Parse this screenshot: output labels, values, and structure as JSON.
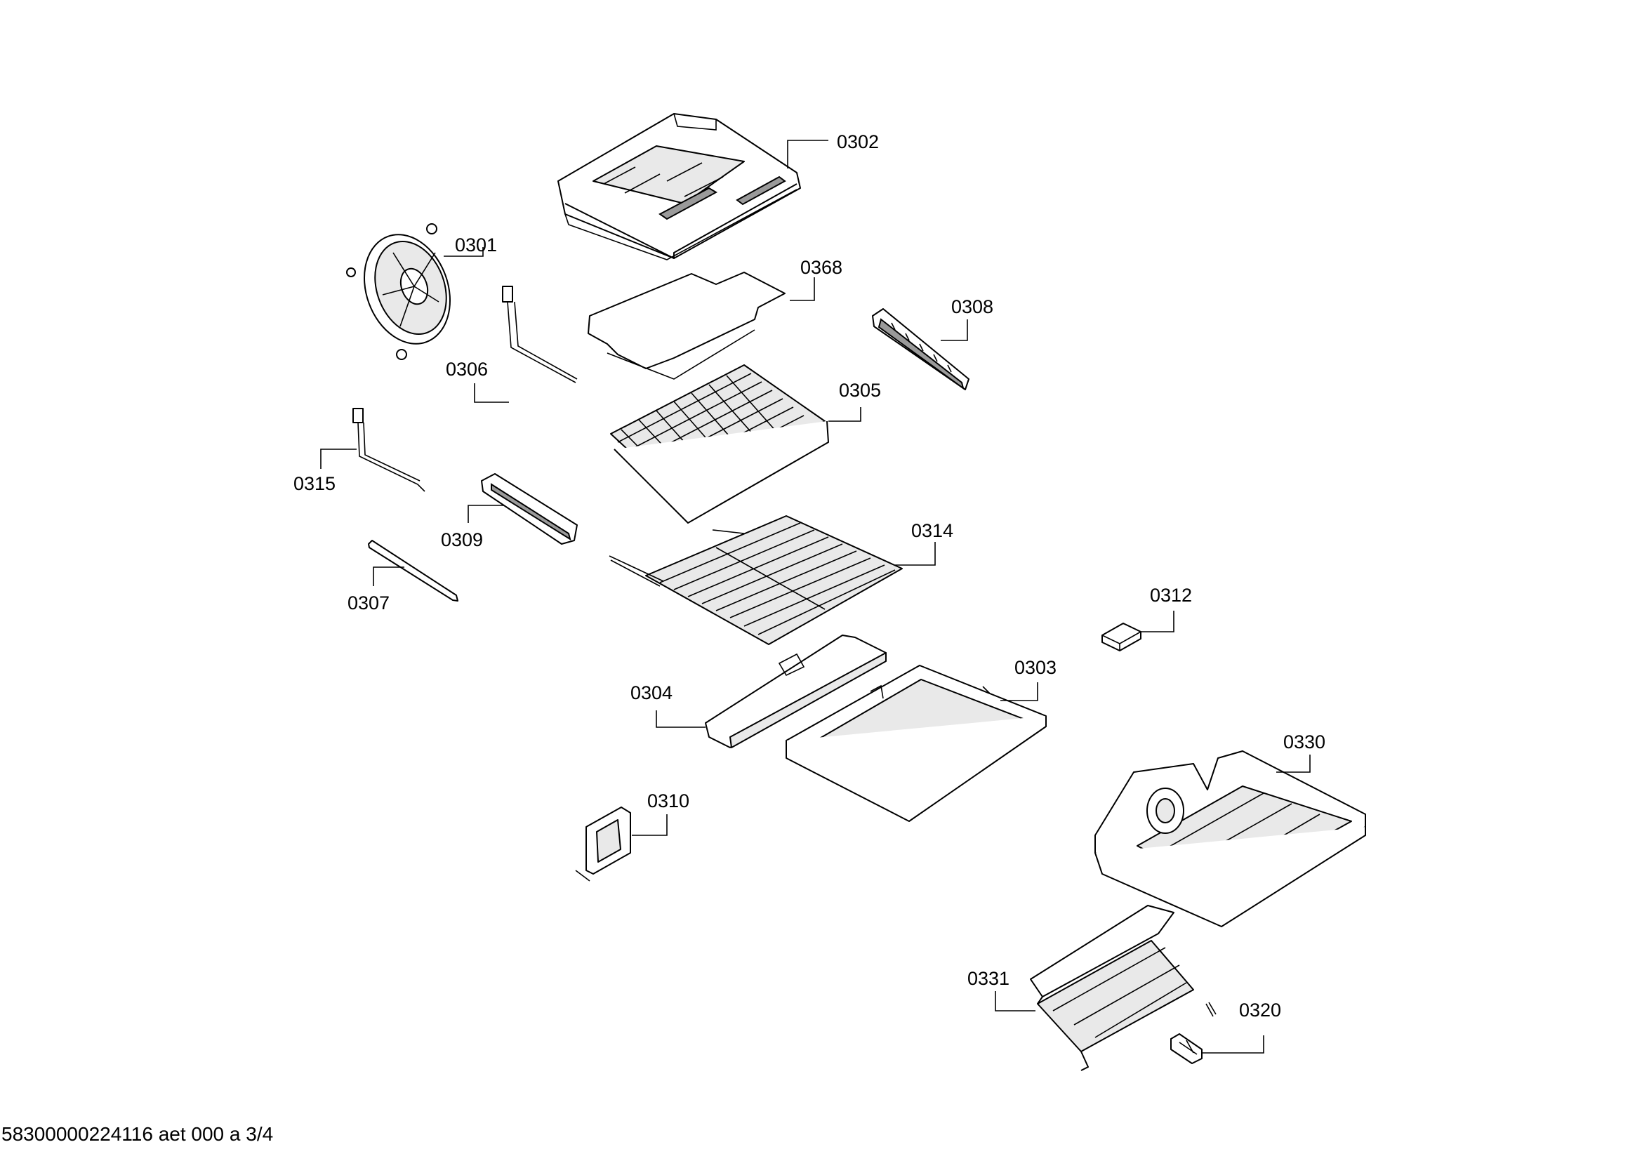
{
  "footer": {
    "document_code": "58300000224116 aet 000 a 3/4"
  },
  "callouts": {
    "c0301": "0301",
    "c0302": "0302",
    "c0303": "0303",
    "c0304": "0304",
    "c0305": "0305",
    "c0306": "0306",
    "c0307": "0307",
    "c0308": "0308",
    "c0309": "0309",
    "c0310": "0310",
    "c0312": "0312",
    "c0314": "0314",
    "c0315": "0315",
    "c0320": "0320",
    "c0330": "0330",
    "c0331": "0331",
    "c0368": "0368"
  }
}
